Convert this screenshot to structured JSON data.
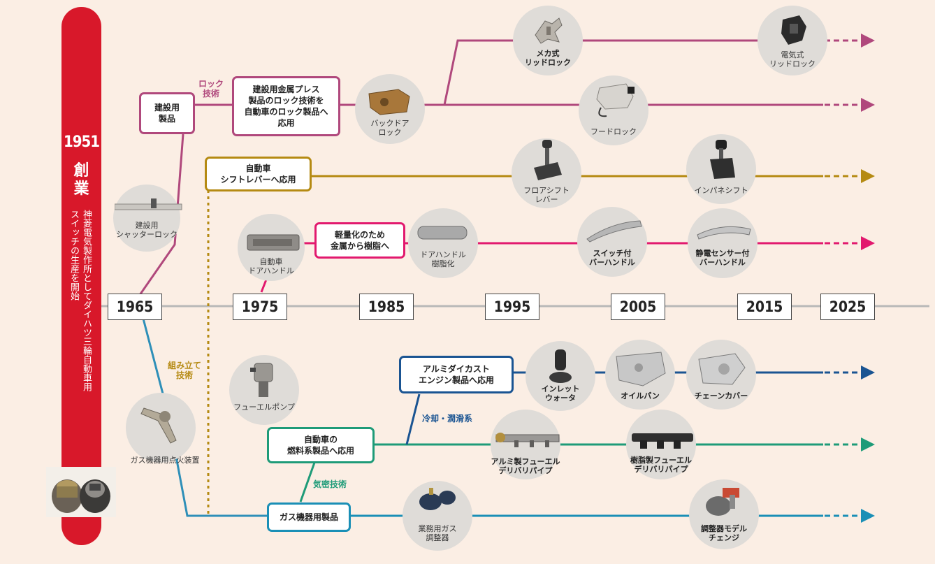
{
  "founding": {
    "year": "1951",
    "title_lines": [
      "創",
      "業"
    ],
    "description_lines": [
      "神菱電気製作所としてダイハツ三輪自動車用",
      "スイッチの生産を開始"
    ]
  },
  "timeline_years": [
    "1965",
    "1975",
    "1985",
    "1995",
    "2005",
    "2015",
    "2025"
  ],
  "colors": {
    "red": "#d8182a",
    "lock": "#b0487c",
    "shift": "#b58a12",
    "handle": "#e2196e",
    "engine": "#1a5492",
    "fuel": "#1e9b78",
    "gas": "#1a8fb6",
    "axis": "#b8b8b8",
    "trunk": "#2e8fb8"
  },
  "boxes": {
    "construction": [
      "建設用",
      "製品"
    ],
    "lock_apply": [
      "建設用金属プレス",
      "製品のロック技術を",
      "自動車のロック製品へ",
      "応用"
    ],
    "shift_apply": [
      "自動車",
      "シフトレバーへ応用"
    ],
    "resin": [
      "軽量化のため",
      "金属から樹脂へ"
    ],
    "aluminum": [
      "アルミダイカスト",
      "エンジン製品へ応用"
    ],
    "fuel_apply": [
      "自動車の",
      "燃料系製品へ応用"
    ],
    "gas_products": [
      "ガス機器用製品"
    ]
  },
  "section_labels": {
    "lock_tech": [
      "ロック",
      "技術"
    ],
    "assembly_tech": [
      "組み立て",
      "技術"
    ],
    "cooling": "冷却・潤滑系",
    "airtight": "気密技術"
  },
  "products": {
    "mechanical_lid_lock": [
      "メカ式",
      "リッドロック"
    ],
    "electric_lid_lock": [
      "電気式",
      "リッドロック"
    ],
    "back_door_lock": [
      "バックドア",
      "ロック"
    ],
    "hood_lock": [
      "フードロック"
    ],
    "floor_shift": [
      "フロアシフト",
      "レバー"
    ],
    "instrument_shift": [
      "インパネシフト"
    ],
    "shutter_lock": [
      "建設用",
      "シャッターロック"
    ],
    "door_handle": [
      "自動車",
      "ドアハンドル"
    ],
    "resin_door_handle": [
      "ドアハンドル",
      "樹脂化"
    ],
    "switch_bar_handle": [
      "スイッチ付",
      "バーハンドル"
    ],
    "sensor_bar_handle": [
      "静電センサー付",
      "バーハンドル"
    ],
    "fuel_pump": [
      "フューエルポンプ"
    ],
    "inlet_water": [
      "インレット",
      "ウォータ"
    ],
    "oil_pan": [
      "オイルパン"
    ],
    "chain_cover": [
      "チェーンカバー"
    ],
    "ignition": [
      "ガス機器用点火装置"
    ],
    "alu_fuel_pipe": [
      "アルミ製フューエル",
      "デリバリパイプ"
    ],
    "resin_fuel_pipe": [
      "樹脂製フューエル",
      "デリバリパイプ"
    ],
    "gas_regulator": [
      "業務用ガス",
      "調整器"
    ],
    "regulator_change": [
      "調整器モデル",
      "チェンジ"
    ]
  }
}
